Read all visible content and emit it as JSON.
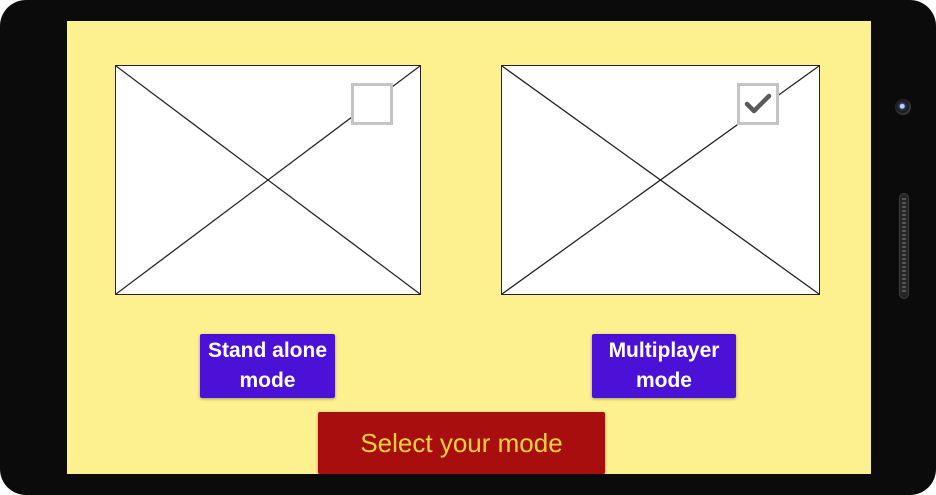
{
  "modes": {
    "standalone": {
      "label": "Stand alone mode",
      "selected": false,
      "checkbox_icon": "empty-checkbox"
    },
    "multiplayer": {
      "label": "Multiplayer mode",
      "selected": true,
      "checkbox_icon": "check-icon"
    }
  },
  "prompt": {
    "text": "Select your mode"
  },
  "colors": {
    "screen_background": "#fdf18f",
    "mode_button": "#4c11d6",
    "prompt_background": "#a90e0e",
    "prompt_text": "#f2d23a",
    "device_frame": "#0b0b0b"
  }
}
